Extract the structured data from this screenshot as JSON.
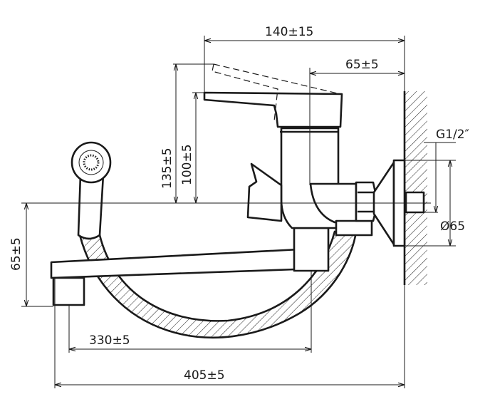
{
  "drawing": {
    "dimensions": {
      "overall_depth": "140±15",
      "body_offset": "65±5",
      "thread": "G1/2″",
      "handle_height": "135±5",
      "body_height": "100±5",
      "flange_diameter": "Ø65",
      "spout_drop": "65±5",
      "spout_reach": "330±5",
      "total_length": "405±5"
    }
  }
}
